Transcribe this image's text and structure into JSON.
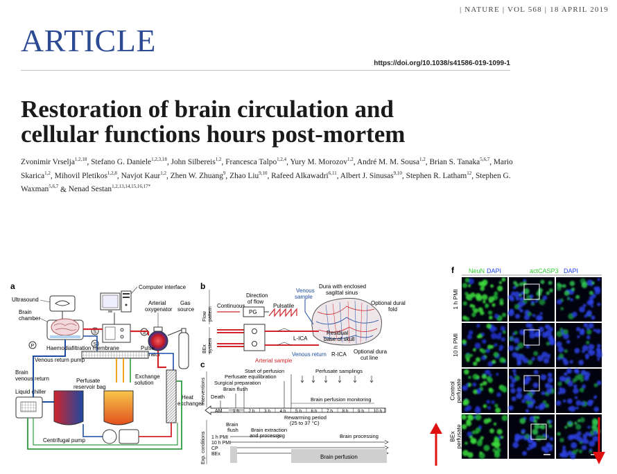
{
  "header": {
    "journal_line": "| NATURE | VOL 568 | 18 APRIL 2019",
    "section": "ARTICLE",
    "doi": "https://doi.org/10.1038/s41586-019-1099-1"
  },
  "title": {
    "line1": "Restoration of brain circulation and",
    "line2": "cellular functions hours post-mortem"
  },
  "authors": [
    {
      "name": "Zvonimir Vrselja",
      "aff": "1,2,18"
    },
    {
      "name": "Stefano G. Daniele",
      "aff": "1,2,3,18"
    },
    {
      "name": "John Silbereis",
      "aff": "1,2"
    },
    {
      "name": "Francesca Talpo",
      "aff": "1,2,4"
    },
    {
      "name": "Yury M. Morozov",
      "aff": "1,2"
    },
    {
      "name": "André M. M. Sousa",
      "aff": "1,2"
    },
    {
      "name": "Brian S. Tanaka",
      "aff": "5,6,7"
    },
    {
      "name": "Mario Skarica",
      "aff": "1,2"
    },
    {
      "name": "Mihovil Pletikos",
      "aff": "1,2,8"
    },
    {
      "name": "Navjot Kaur",
      "aff": "1,2"
    },
    {
      "name": "Zhen W. Zhuang",
      "aff": "9"
    },
    {
      "name": "Zhao Liu",
      "aff": "9,10"
    },
    {
      "name": "Rafeed Alkawadri",
      "aff": "6,11"
    },
    {
      "name": "Albert J. Sinusas",
      "aff": "9,10"
    },
    {
      "name": "Stephen R. Latham",
      "aff": "12"
    },
    {
      "name": "Stephen G. Waxman",
      "aff": "5,6,7"
    },
    {
      "name": "Nenad Sestan",
      "aff": "1,2,13,14,15,16,17*"
    }
  ],
  "figure": {
    "panel_a": {
      "label": "a",
      "ultrasound": "Ultrasound",
      "computer_interface": "Computer interface",
      "brain_chamber_1": "Brain",
      "brain_chamber_2": "chamber",
      "arterial_oxygenator_1": "Arterial",
      "arterial_oxygenator_2": "oxygenator",
      "gas_source_1": "Gas",
      "gas_source_2": "source",
      "haemodiafiltration": "Haemodiafiltration membrane",
      "pulse_generator_1": "Pulse",
      "pulse_generator_2": "generator",
      "venous_return_pump": "Venous return pump",
      "brain_venous_return_1": "Brain",
      "brain_venous_return_2": "venous return",
      "liquid_chiller": "Liquid chiller",
      "perfusate_reservoir_1": "Perfusate",
      "perfusate_reservoir_2": "reservoir bag",
      "exchange_solution_1": "Exchange",
      "exchange_solution_2": "solution",
      "heat_exchanger_1": "Heat",
      "heat_exchanger_2": "exchanger",
      "centrifugal_pump": "Centrifugal pump",
      "sensor_p": "P",
      "sensor_s": "S"
    },
    "panel_b": {
      "label": "b",
      "flow_pattern_1": "Flow",
      "flow_pattern_2": "pattern",
      "bex_system_1": "BEx",
      "bex_system_2": "system",
      "continuous": "Continuous",
      "direction_1": "Direction",
      "direction_2": "of flow",
      "pg": "PG",
      "pulsatile": "Pulsatile",
      "venous_sample_1": "Venous",
      "venous_sample_2": "sample",
      "dura_1": "Dura with enclosed",
      "dura_2": "sagittal sinus",
      "optional_fold_1": "Optional dural",
      "optional_fold_2": "fold",
      "lica": "L-ICA",
      "rica": "R-ICA",
      "residual_1": "Residual",
      "residual_2": "base of skull",
      "arterial_sample": "Arterial sample",
      "venous_return": "Venous return",
      "optional_cut_1": "Optional dura",
      "optional_cut_2": "cut line"
    },
    "panel_c": {
      "label": "c",
      "interventions": "Interventions",
      "exp_conditions": "Exp. conditions",
      "start_perfusion": "Start of perfusion",
      "perfusate_equilibration": "Perfusate equilibration",
      "surgical_preparation": "Surgical preparation",
      "brain_flush": "Brain flush",
      "death": "Death",
      "perfusate_samplings": "Perfusate samplings",
      "brain_perfusion_monitoring": "Brain perfusion monitoring",
      "am": "AM",
      "timeline_ticks": [
        "1 h",
        "2 h",
        "3 h",
        "4 h",
        "5 h",
        "6 h",
        "7 h",
        "8 h",
        "9 h",
        "10 h"
      ],
      "rewarming_1": "Rewarming period",
      "rewarming_2": "(25 to 37 °C)",
      "brain_flush_2a": "Brain",
      "brain_flush_2b": "flush",
      "brain_extraction_1": "Brain extraction",
      "brain_extraction_2": "and processing",
      "brain_processing": "Brain processing",
      "conditions": [
        "1 h PMI",
        "10 h PMI",
        "CP",
        "BEx"
      ],
      "brain_perfusion": "Brain perfusion"
    },
    "panel_f": {
      "label": "f",
      "col1_a": "NeuN",
      "col1_b": "DAPI",
      "col2_a": "actCASP3",
      "col2_b": "DAPI",
      "rows": [
        "1 h PMI",
        "10 h PMI",
        "Control perfusate",
        "BEx perfusate"
      ],
      "row_lines": [
        [
          "1 h PMI"
        ],
        [
          "10 h PMI"
        ],
        [
          "Control",
          "perfusate"
        ],
        [
          "BEx",
          "perfusate"
        ]
      ]
    },
    "colors": {
      "arterial": "#d2232a",
      "venous": "#1b4aa3",
      "cooling": "#2e9a3d",
      "exchange": "#f2a31b",
      "neun": "#33cc33",
      "dapi": "#2244ee",
      "arrow": "#e01010"
    }
  }
}
